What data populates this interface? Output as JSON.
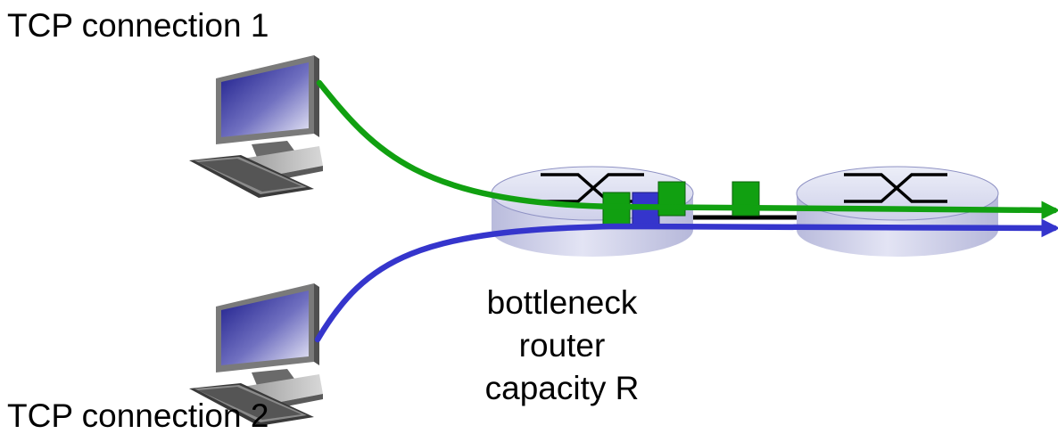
{
  "labels": {
    "connection_1": "TCP connection 1",
    "connection_2": "TCP connection 2",
    "bottleneck": [
      "bottleneck",
      "router",
      "capacity R"
    ]
  },
  "colors": {
    "connection_1": "#11a011",
    "connection_2": "#3535cc",
    "router_fill": "#d4d5ec",
    "link": "#000000"
  },
  "icons": {
    "host_1": "desktop-computer-icon",
    "host_2": "desktop-computer-icon",
    "router_1": "router-icon",
    "router_2": "router-icon"
  }
}
